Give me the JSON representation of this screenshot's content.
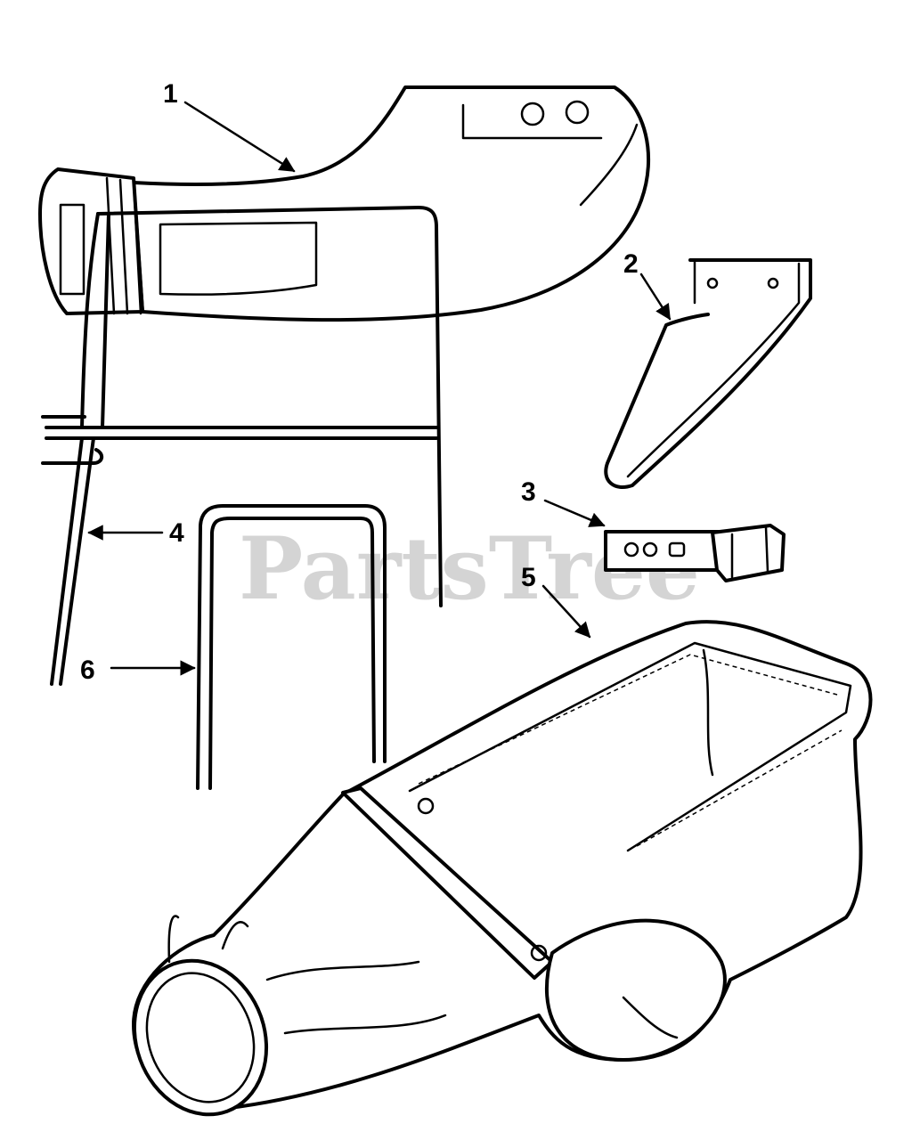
{
  "watermark": "PartsTree",
  "callouts": [
    {
      "id": "1",
      "label": "1"
    },
    {
      "id": "2",
      "label": "2"
    },
    {
      "id": "3",
      "label": "3"
    },
    {
      "id": "4",
      "label": "4"
    },
    {
      "id": "5",
      "label": "5"
    },
    {
      "id": "6",
      "label": "6"
    }
  ],
  "parts": [
    {
      "number": "1",
      "icon": "discharge-chute-icon"
    },
    {
      "number": "2",
      "icon": "wire-bracket-icon"
    },
    {
      "number": "3",
      "icon": "latch-plate-icon"
    },
    {
      "number": "4",
      "icon": "bag-support-frame-icon"
    },
    {
      "number": "5",
      "icon": "grass-bag-icon"
    },
    {
      "number": "6",
      "icon": "u-frame-rod-icon"
    }
  ]
}
